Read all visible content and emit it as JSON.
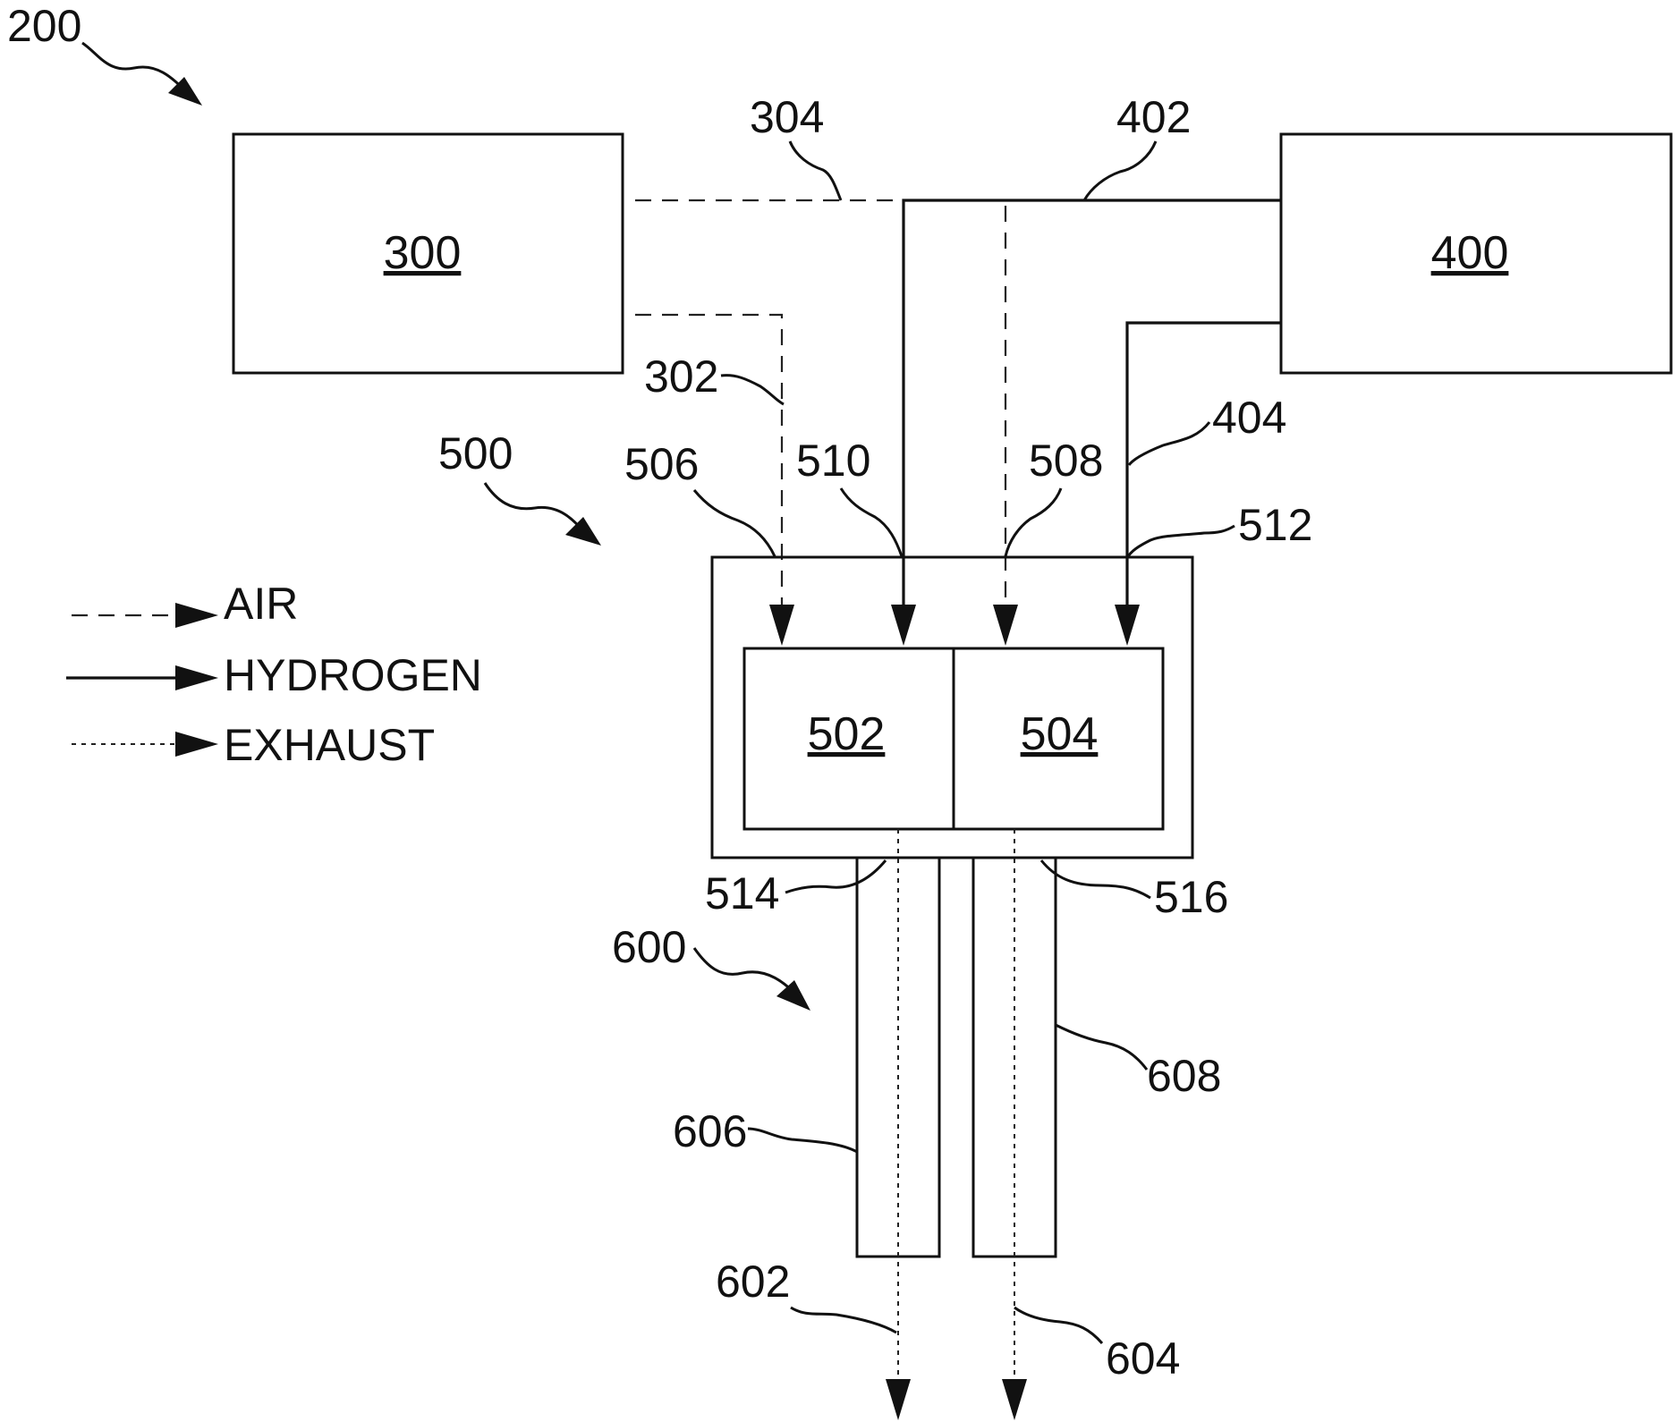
{
  "figure": {
    "system_label": "200",
    "blocks": {
      "b300": "300",
      "b400": "400",
      "b502": "502",
      "b504": "504"
    },
    "refs": {
      "r302": "302",
      "r304": "304",
      "r402": "402",
      "r404": "404",
      "r500": "500",
      "r506": "506",
      "r508": "508",
      "r510": "510",
      "r512": "512",
      "r514": "514",
      "r516": "516",
      "r600": "600",
      "r602": "602",
      "r604": "604",
      "r606": "606",
      "r608": "608"
    },
    "legend": {
      "air": "AIR",
      "hydrogen": "HYDROGEN",
      "exhaust": "EXHAUST"
    }
  }
}
